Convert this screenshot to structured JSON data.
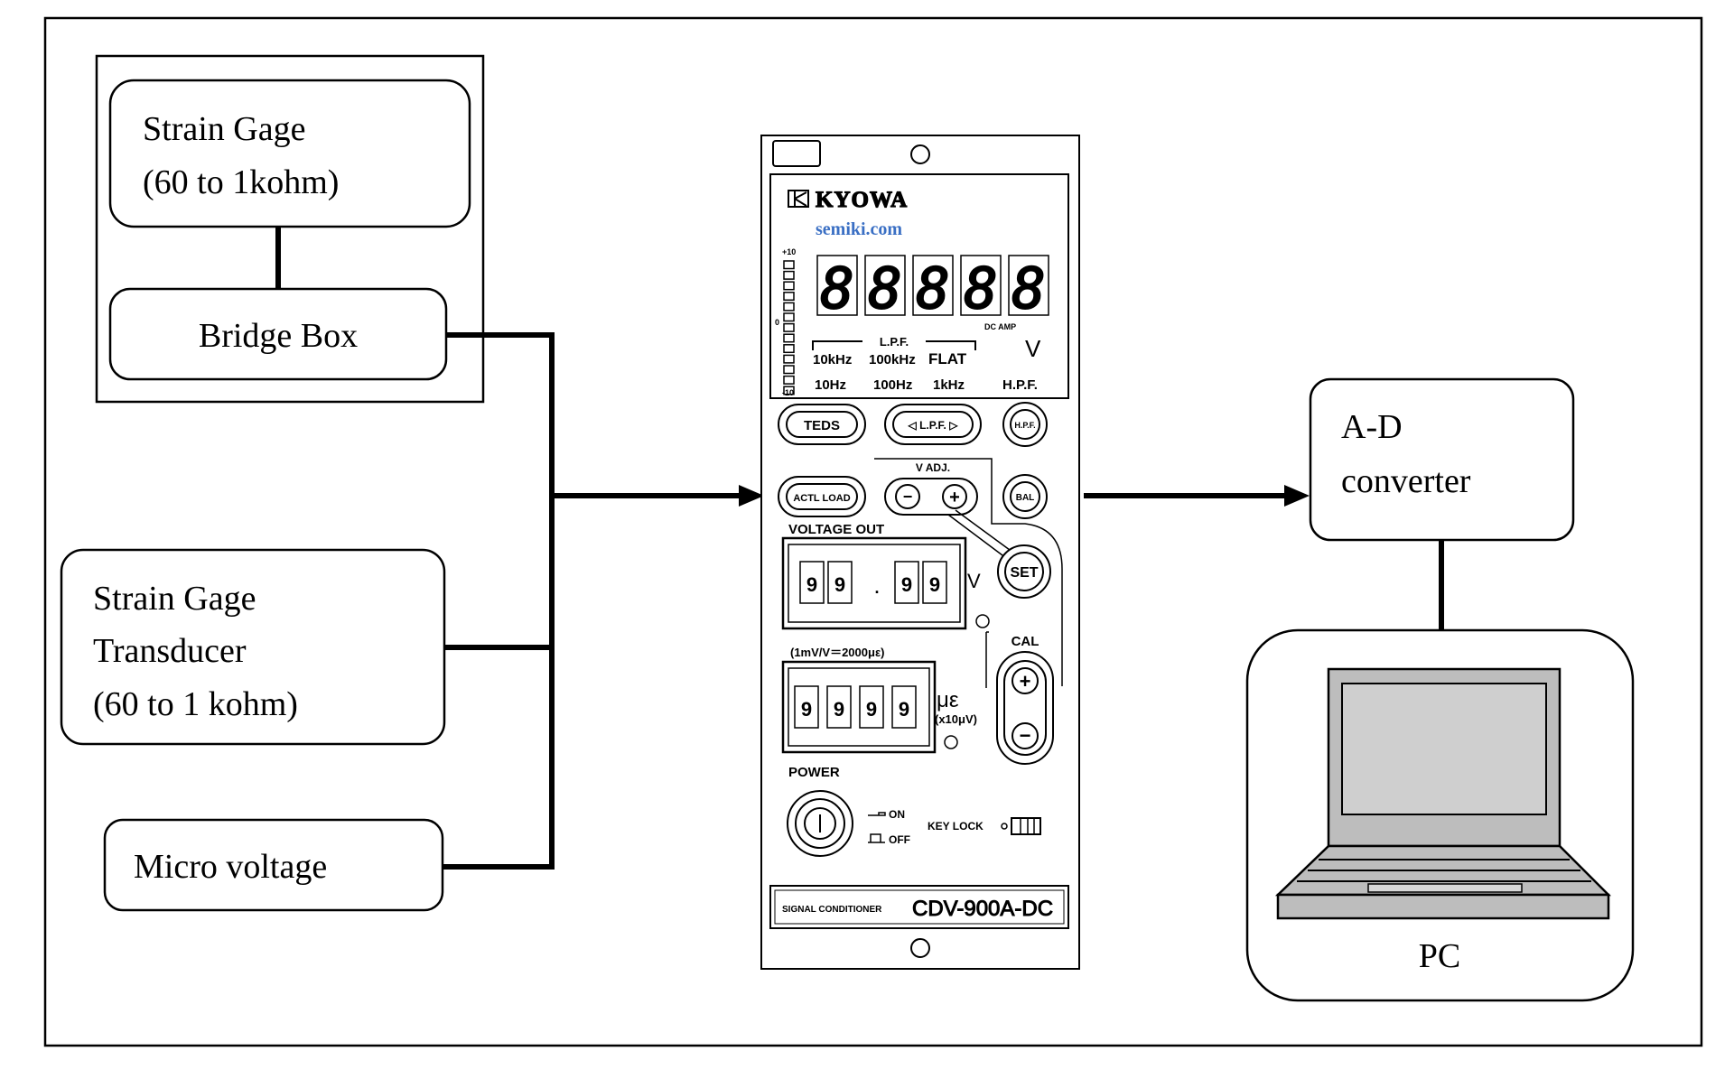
{
  "sources": {
    "strain_gage": {
      "line1": "Strain Gage",
      "line2": "(60 to 1kohm)"
    },
    "bridge_box": "Bridge Box",
    "transducer": {
      "line1": "Strain Gage",
      "line2": "Transducer",
      "line3": "(60 to 1 kohm)"
    },
    "micro_voltage": "Micro voltage"
  },
  "converter": {
    "line1": "A-D",
    "line2": "converter"
  },
  "pc": {
    "label": "PC",
    "icon": "laptop-icon"
  },
  "device": {
    "brand": "KYOWA",
    "watermark": "semiki.com",
    "display_digits": "88888",
    "bar_top": "+10",
    "bar_mid": "0",
    "bar_bottom": "-10",
    "lpf_label": "L.P.F.",
    "dc_amp": "DC AMP",
    "unit_v": "V",
    "filter_top": [
      "10kHz",
      "100kHz",
      "FLAT"
    ],
    "filter_bottom": [
      "10Hz",
      "100Hz",
      "1kHz",
      "H.P.F."
    ],
    "btn_teds": "TEDS",
    "btn_lpf": "◁ L.P.F. ▷",
    "btn_hpf": "H.P.F.",
    "v_adj": "V ADJ.",
    "btn_minus": "−",
    "btn_plus": "+",
    "btn_actl_load": "ACTL LOAD",
    "btn_bal": "BAL",
    "voltage_out": "VOLTAGE OUT",
    "voltage_digits": [
      "9",
      "9",
      "9",
      "9"
    ],
    "voltage_dot": ".",
    "voltage_unit": "V",
    "btn_set": "SET",
    "cal": "CAL",
    "ratio_label": "(1mV/V＝2000με)",
    "strain_digits": [
      "9",
      "9",
      "9",
      "9"
    ],
    "strain_unit": "με",
    "strain_sub": "(x10μV)",
    "power": "POWER",
    "power_on": "ON",
    "power_off": "OFF",
    "key_lock": "KEY LOCK",
    "footer_small": "SIGNAL CONDITIONER",
    "footer_model": "CDV-900A-DC"
  }
}
